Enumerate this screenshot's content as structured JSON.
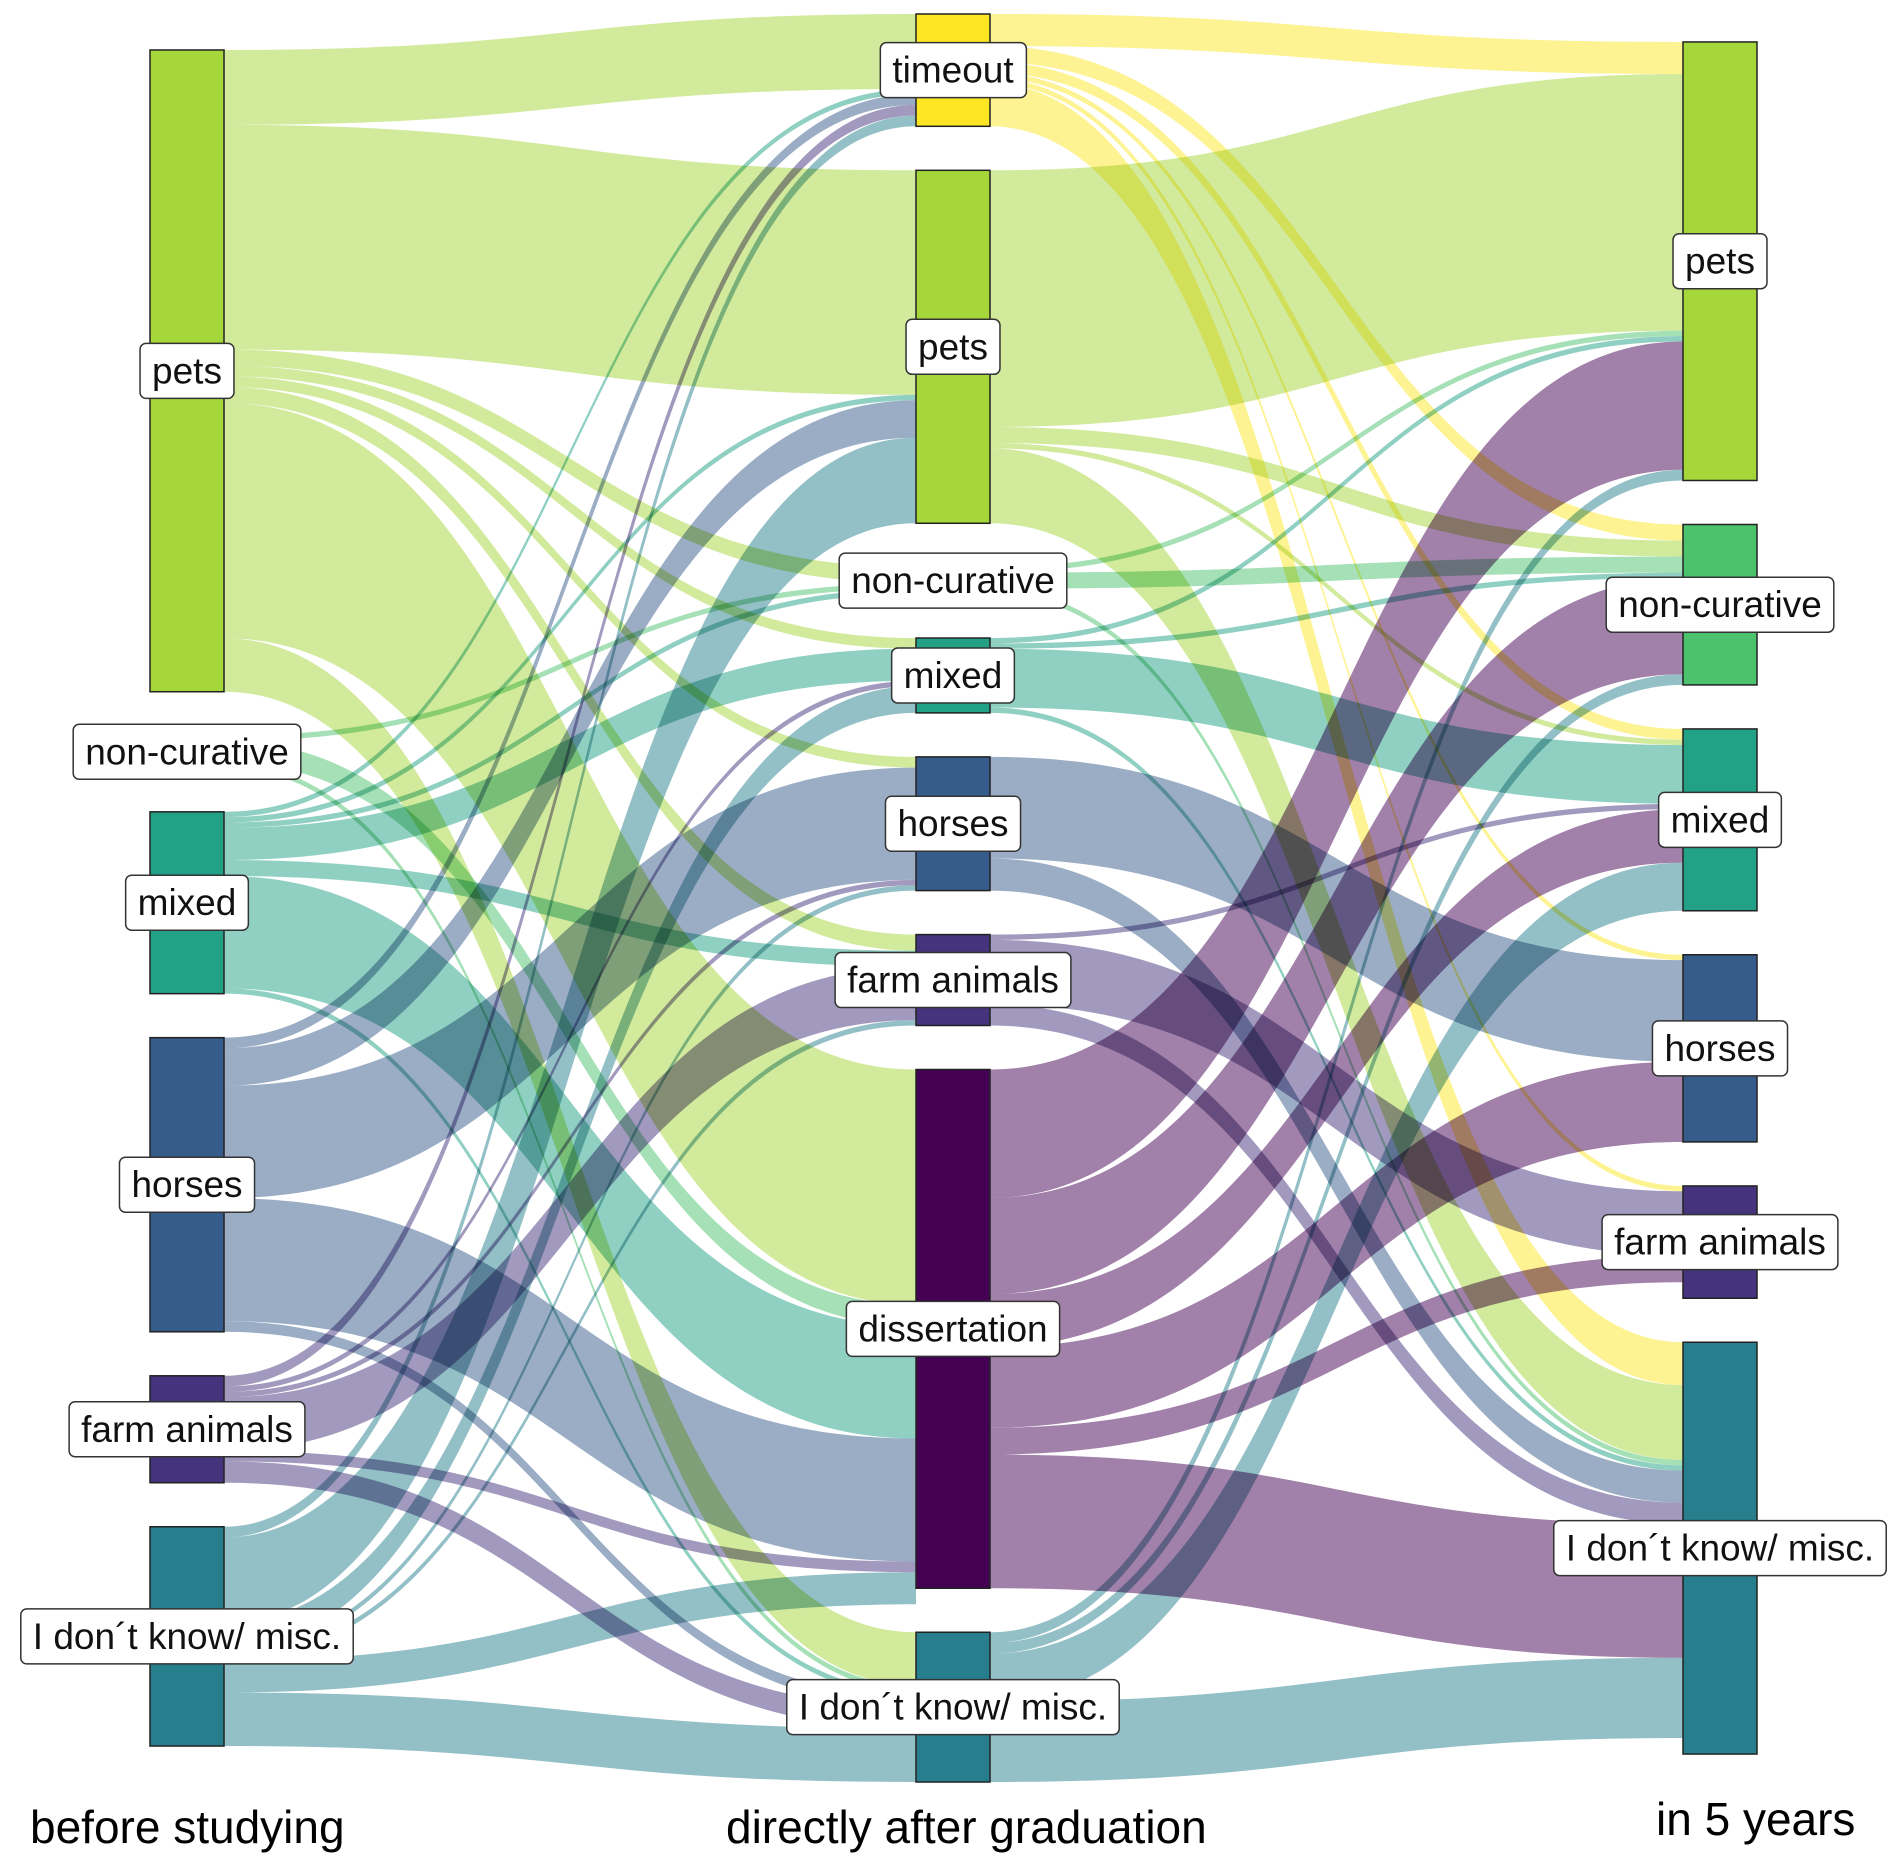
{
  "chart_data": {
    "type": "sankey",
    "stages": [
      "before studying",
      "directly after graduation",
      "in 5 years"
    ],
    "colors": {
      "pets": "#a5d63a",
      "non-curative": "#4cc26d",
      "mixed": "#22a186",
      "horses": "#365c8c",
      "farm animals": "#46337e",
      "I don´t know/ misc.": "#277f8e",
      "timeout": "#fde725",
      "dissertation": "#440154"
    },
    "nodes": [
      {
        "id": "b_pets",
        "stage": 0,
        "name": "pets",
        "label": "pets",
        "value": 120
      },
      {
        "id": "b_noncur",
        "stage": 0,
        "name": "non-curative",
        "label": "non-curative",
        "value": 6
      },
      {
        "id": "b_mixed",
        "stage": 0,
        "name": "mixed",
        "label": "mixed",
        "value": 34
      },
      {
        "id": "b_horses",
        "stage": 0,
        "name": "horses",
        "label": "horses",
        "value": 55
      },
      {
        "id": "b_farm",
        "stage": 0,
        "name": "farm animals",
        "label": "farm animals",
        "value": 20
      },
      {
        "id": "b_idk",
        "stage": 0,
        "name": "I don´t know/ misc.",
        "label": "I don´t know/ misc.",
        "value": 41
      },
      {
        "id": "g_timeout",
        "stage": 1,
        "name": "timeout",
        "label": "timeout",
        "value": 21
      },
      {
        "id": "g_pets",
        "stage": 1,
        "name": "pets",
        "label": "pets",
        "value": 66
      },
      {
        "id": "g_noncur",
        "stage": 1,
        "name": "non-curative",
        "label": "non-curative",
        "value": 5
      },
      {
        "id": "g_mixed",
        "stage": 1,
        "name": "mixed",
        "label": "mixed",
        "value": 14
      },
      {
        "id": "g_horses",
        "stage": 1,
        "name": "horses",
        "label": "horses",
        "value": 25
      },
      {
        "id": "g_farm",
        "stage": 1,
        "name": "farm animals",
        "label": "farm animals",
        "value": 17
      },
      {
        "id": "g_diss",
        "stage": 1,
        "name": "dissertation",
        "label": "dissertation",
        "value": 97
      },
      {
        "id": "g_idk",
        "stage": 1,
        "name": "I don´t know/ misc.",
        "label": "I don´t know/ misc.",
        "value": 28
      },
      {
        "id": "f_pets",
        "stage": 2,
        "name": "pets",
        "label": "pets",
        "value": 82
      },
      {
        "id": "f_noncur",
        "stage": 2,
        "name": "non-curative",
        "label": "non-curative",
        "value": 30
      },
      {
        "id": "f_mixed",
        "stage": 2,
        "name": "mixed",
        "label": "mixed",
        "value": 34
      },
      {
        "id": "f_horses",
        "stage": 2,
        "name": "horses",
        "label": "horses",
        "value": 35
      },
      {
        "id": "f_farm",
        "stage": 2,
        "name": "farm animals",
        "label": "farm animals",
        "value": 21
      },
      {
        "id": "f_idk",
        "stage": 2,
        "name": "I don´t know/ misc.",
        "label": "I don´t know/ misc.",
        "value": 77
      }
    ],
    "links": [
      {
        "source": "b_pets",
        "target": "g_timeout",
        "value": 14
      },
      {
        "source": "b_pets",
        "target": "g_pets",
        "value": 42
      },
      {
        "source": "b_pets",
        "target": "g_noncur",
        "value": 3
      },
      {
        "source": "b_pets",
        "target": "g_mixed",
        "value": 2
      },
      {
        "source": "b_pets",
        "target": "g_horses",
        "value": 2
      },
      {
        "source": "b_pets",
        "target": "g_farm",
        "value": 3
      },
      {
        "source": "b_pets",
        "target": "g_diss",
        "value": 44
      },
      {
        "source": "b_pets",
        "target": "g_idk",
        "value": 10
      },
      {
        "source": "b_noncur",
        "target": "g_noncur",
        "value": 1
      },
      {
        "source": "b_noncur",
        "target": "g_diss",
        "value": 4
      },
      {
        "source": "b_noncur",
        "target": "g_idk",
        "value": 1
      },
      {
        "source": "b_mixed",
        "target": "g_timeout",
        "value": 1
      },
      {
        "source": "b_mixed",
        "target": "g_pets",
        "value": 1
      },
      {
        "source": "b_mixed",
        "target": "g_noncur",
        "value": 1
      },
      {
        "source": "b_mixed",
        "target": "g_mixed",
        "value": 6
      },
      {
        "source": "b_mixed",
        "target": "g_farm",
        "value": 3
      },
      {
        "source": "b_mixed",
        "target": "g_diss",
        "value": 21
      },
      {
        "source": "b_mixed",
        "target": "g_idk",
        "value": 1
      },
      {
        "source": "b_horses",
        "target": "g_timeout",
        "value": 2
      },
      {
        "source": "b_horses",
        "target": "g_pets",
        "value": 7
      },
      {
        "source": "b_horses",
        "target": "g_horses",
        "value": 21
      },
      {
        "source": "b_horses",
        "target": "g_diss",
        "value": 23
      },
      {
        "source": "b_horses",
        "target": "g_idk",
        "value": 2
      },
      {
        "source": "b_farm",
        "target": "g_timeout",
        "value": 2
      },
      {
        "source": "b_farm",
        "target": "g_mixed",
        "value": 1
      },
      {
        "source": "b_farm",
        "target": "g_horses",
        "value": 1
      },
      {
        "source": "b_farm",
        "target": "g_farm",
        "value": 10
      },
      {
        "source": "b_farm",
        "target": "g_diss",
        "value": 2
      },
      {
        "source": "b_farm",
        "target": "g_idk",
        "value": 4
      },
      {
        "source": "b_idk",
        "target": "g_timeout",
        "value": 2
      },
      {
        "source": "b_idk",
        "target": "g_pets",
        "value": 16
      },
      {
        "source": "b_idk",
        "target": "g_mixed",
        "value": 5
      },
      {
        "source": "b_idk",
        "target": "g_horses",
        "value": 1
      },
      {
        "source": "b_idk",
        "target": "g_farm",
        "value": 1
      },
      {
        "source": "b_idk",
        "target": "g_diss",
        "value": 6
      },
      {
        "source": "b_idk",
        "target": "g_idk",
        "value": 10
      },
      {
        "source": "g_timeout",
        "target": "f_pets",
        "value": 6
      },
      {
        "source": "g_timeout",
        "target": "f_noncur",
        "value": 3
      },
      {
        "source": "g_timeout",
        "target": "f_mixed",
        "value": 2
      },
      {
        "source": "g_timeout",
        "target": "f_horses",
        "value": 1
      },
      {
        "source": "g_timeout",
        "target": "f_farm",
        "value": 1
      },
      {
        "source": "g_timeout",
        "target": "f_idk",
        "value": 8
      },
      {
        "source": "g_pets",
        "target": "f_pets",
        "value": 48
      },
      {
        "source": "g_pets",
        "target": "f_noncur",
        "value": 3
      },
      {
        "source": "g_pets",
        "target": "f_mixed",
        "value": 1
      },
      {
        "source": "g_pets",
        "target": "f_idk",
        "value": 14
      },
      {
        "source": "g_noncur",
        "target": "f_pets",
        "value": 1
      },
      {
        "source": "g_noncur",
        "target": "f_noncur",
        "value": 3
      },
      {
        "source": "g_noncur",
        "target": "f_idk",
        "value": 1
      },
      {
        "source": "g_mixed",
        "target": "f_pets",
        "value": 1
      },
      {
        "source": "g_mixed",
        "target": "f_noncur",
        "value": 1
      },
      {
        "source": "g_mixed",
        "target": "f_mixed",
        "value": 11
      },
      {
        "source": "g_mixed",
        "target": "f_idk",
        "value": 1
      },
      {
        "source": "g_horses",
        "target": "f_horses",
        "value": 19
      },
      {
        "source": "g_horses",
        "target": "f_idk",
        "value": 6
      },
      {
        "source": "g_farm",
        "target": "f_mixed",
        "value": 1
      },
      {
        "source": "g_farm",
        "target": "f_farm",
        "value": 12
      },
      {
        "source": "g_farm",
        "target": "f_idk",
        "value": 4
      },
      {
        "source": "g_diss",
        "target": "f_pets",
        "value": 24
      },
      {
        "source": "g_diss",
        "target": "f_noncur",
        "value": 18
      },
      {
        "source": "g_diss",
        "target": "f_mixed",
        "value": 10
      },
      {
        "source": "g_diss",
        "target": "f_horses",
        "value": 15
      },
      {
        "source": "g_diss",
        "target": "f_farm",
        "value": 5
      },
      {
        "source": "g_diss",
        "target": "f_idk",
        "value": 25
      },
      {
        "source": "g_idk",
        "target": "f_pets",
        "value": 2
      },
      {
        "source": "g_idk",
        "target": "f_noncur",
        "value": 2
      },
      {
        "source": "g_idk",
        "target": "f_mixed",
        "value": 9
      },
      {
        "source": "g_idk",
        "target": "f_idk",
        "value": 15
      }
    ]
  }
}
